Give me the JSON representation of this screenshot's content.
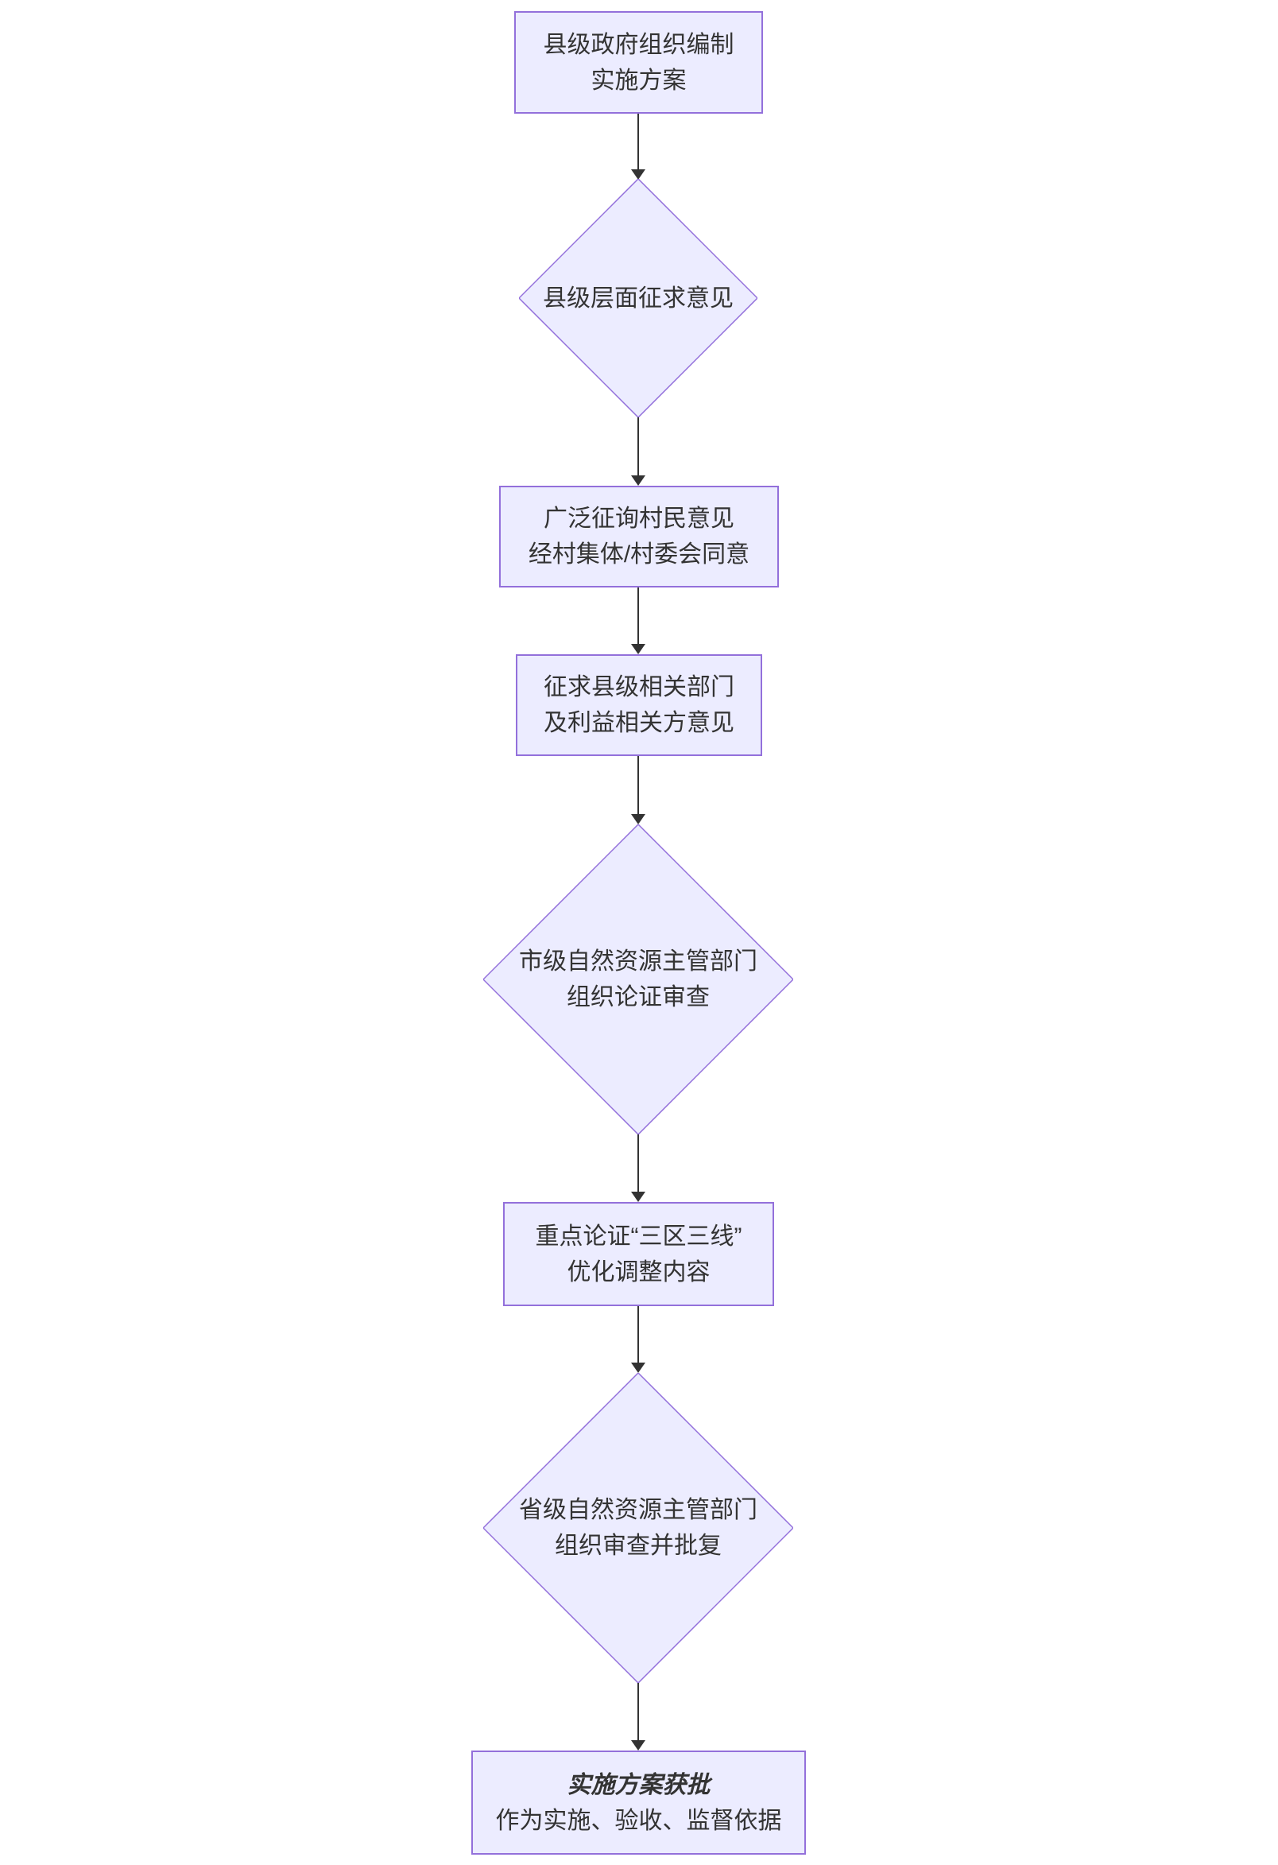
{
  "diagram": {
    "type": "flowchart",
    "direction": "top-down",
    "colors": {
      "background": "#ffffff",
      "node_fill": "#ECECFF",
      "node_border": "#9370DB",
      "text": "#333333",
      "arrow": "#333333"
    },
    "nodes": [
      {
        "id": "county-gov-prepares-plan",
        "shape": "rect",
        "lines": [
          "县级政府组织编制",
          "实施方案"
        ]
      },
      {
        "id": "county-level-consultation",
        "shape": "diamond",
        "lines": [
          "县级层面征求意见"
        ]
      },
      {
        "id": "villager-consultation",
        "shape": "rect",
        "lines": [
          "广泛征询村民意见",
          "经村集体/村委会同意"
        ]
      },
      {
        "id": "county-departments-consultation",
        "shape": "rect",
        "lines": [
          "征求县级相关部门",
          "及利益相关方意见"
        ]
      },
      {
        "id": "municipal-review",
        "shape": "diamond",
        "lines": [
          "市级自然资源主管部门",
          "组织论证审查"
        ]
      },
      {
        "id": "three-zones-three-lines-review",
        "shape": "rect",
        "lines": [
          "重点论证“三区三线”",
          "优化调整内容"
        ]
      },
      {
        "id": "provincial-review-approval",
        "shape": "diamond",
        "lines": [
          "省级自然资源主管部门",
          "组织审查并批复"
        ]
      },
      {
        "id": "plan-approved",
        "shape": "rect",
        "lines": [
          "实施方案获批",
          "作为实施、验收、监督依据"
        ],
        "emphasis": "first-line-bold-italic"
      }
    ],
    "edges": [
      {
        "from": "county-gov-prepares-plan",
        "to": "county-level-consultation"
      },
      {
        "from": "county-level-consultation",
        "to": "villager-consultation"
      },
      {
        "from": "villager-consultation",
        "to": "county-departments-consultation"
      },
      {
        "from": "county-departments-consultation",
        "to": "municipal-review"
      },
      {
        "from": "municipal-review",
        "to": "three-zones-three-lines-review"
      },
      {
        "from": "three-zones-three-lines-review",
        "to": "provincial-review-approval"
      },
      {
        "from": "provincial-review-approval",
        "to": "plan-approved"
      }
    ]
  }
}
